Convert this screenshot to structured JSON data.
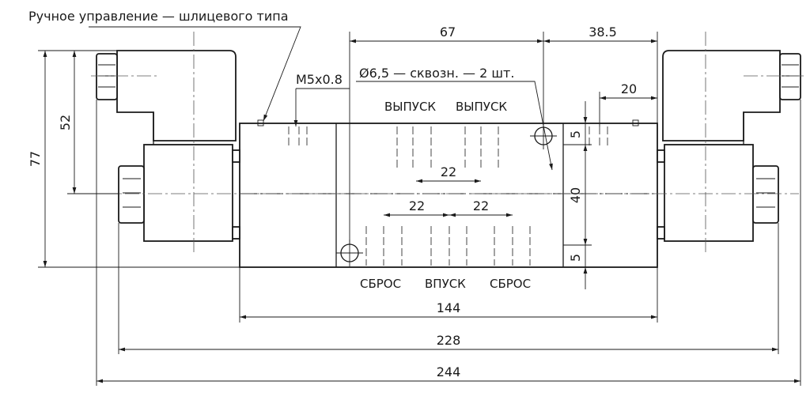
{
  "labels": {
    "manual_control": "Ручное управление — шлицевого типа",
    "thread": "M5x0.8",
    "hole": "Ø6,5 — сквозн. — 2 шт.",
    "exhaust_left": "ВЫПУСК",
    "exhaust_right": "ВЫПУСК",
    "reset_left": "СБРОС",
    "inlet": "ВПУСК",
    "reset_right": "СБРОС"
  },
  "dimensions": {
    "d67": "67",
    "d38_5": "38.5",
    "d20": "20",
    "d22_top": "22",
    "d22_left": "22",
    "d22_right": "22",
    "d5_top": "5",
    "d40": "40",
    "d5_bottom": "5",
    "d144": "144",
    "d228": "228",
    "d244": "244",
    "d52": "52",
    "d77": "77"
  }
}
